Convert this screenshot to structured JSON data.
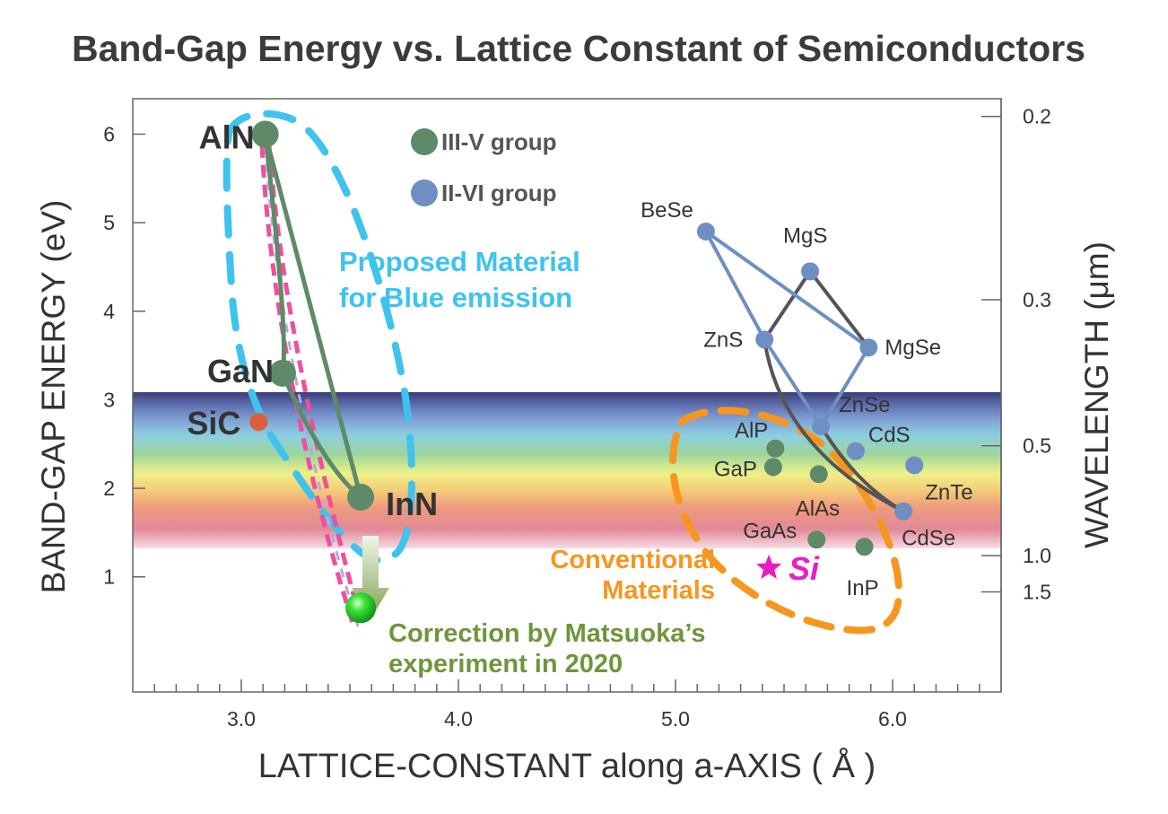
{
  "chart_data": {
    "type": "scatter",
    "title": "Band-Gap Energy vs. Lattice Constant of Semiconductors",
    "xlabel": "LATTICE-CONSTANT along a-AXIS ( Å )",
    "ylabel": "BAND-GAP ENERGY  (eV)",
    "y2label": "WAVELENGTH (μm)",
    "xlim": [
      2.5,
      6.5
    ],
    "ylim": [
      -0.3,
      6.4
    ],
    "x_ticks": [
      "3.0",
      "4.0",
      "5.0",
      "6.0"
    ],
    "y_ticks": [
      "1",
      "2",
      "3",
      "4",
      "5",
      "6"
    ],
    "y2_ticks": [
      {
        "label": "0.2",
        "ev": 6.2
      },
      {
        "label": "0.3",
        "ev": 4.13
      },
      {
        "label": "0.5",
        "ev": 2.48
      },
      {
        "label": "1.0",
        "ev": 1.24
      },
      {
        "label": "1.5",
        "ev": 0.83
      }
    ],
    "grid": false,
    "legend_position": "top",
    "series": [
      {
        "name": "III-V group",
        "color": "#5e8a68",
        "points": [
          {
            "label": "AlN",
            "x": 3.11,
            "y": 6.0
          },
          {
            "label": "GaN",
            "x": 3.19,
            "y": 3.3
          },
          {
            "label": "InN",
            "x": 3.55,
            "y": 1.9
          },
          {
            "label": "AlP",
            "x": 5.46,
            "y": 2.45
          },
          {
            "label": "GaP",
            "x": 5.45,
            "y": 2.24
          },
          {
            "label": "AlAs",
            "x": 5.66,
            "y": 2.16
          },
          {
            "label": "GaAs",
            "x": 5.65,
            "y": 1.42
          },
          {
            "label": "InP",
            "x": 5.87,
            "y": 1.34
          }
        ]
      },
      {
        "name": "II-VI group",
        "color": "#6f8fc4",
        "points": [
          {
            "label": "BeSe",
            "x": 5.14,
            "y": 4.9
          },
          {
            "label": "MgS",
            "x": 5.62,
            "y": 4.45
          },
          {
            "label": "ZnS",
            "x": 5.41,
            "y": 3.68
          },
          {
            "label": "MgSe",
            "x": 5.89,
            "y": 3.59
          },
          {
            "label": "ZnSe",
            "x": 5.67,
            "y": 2.7
          },
          {
            "label": "CdS",
            "x": 5.83,
            "y": 2.42
          },
          {
            "label": "ZnTe",
            "x": 6.1,
            "y": 2.26
          },
          {
            "label": "CdSe",
            "x": 6.05,
            "y": 1.74
          }
        ]
      },
      {
        "name": "",
        "color": "#d9603b",
        "points": [
          {
            "label": "SiC",
            "x": 3.08,
            "y": 2.75
          }
        ]
      }
    ],
    "extra_points": [
      {
        "label": "Si",
        "x": 5.43,
        "y": 1.1,
        "marker": "star",
        "color": "#e61ec8"
      },
      {
        "label": "",
        "x": 3.55,
        "y": 0.65,
        "marker": "glow",
        "color": "#1fc71f"
      }
    ],
    "annotations": [
      {
        "text": "Proposed Material",
        "color": "#3ec3ee"
      },
      {
        "text": "for Blue emission",
        "color": "#3ec3ee"
      },
      {
        "text": "Conventional",
        "color": "#f7961f"
      },
      {
        "text": "Materials",
        "color": "#f7961f"
      },
      {
        "text": "Correction by Matsuoka’s",
        "color": "#6e963c"
      },
      {
        "text": "experiment in 2020",
        "color": "#6e963c"
      }
    ]
  }
}
